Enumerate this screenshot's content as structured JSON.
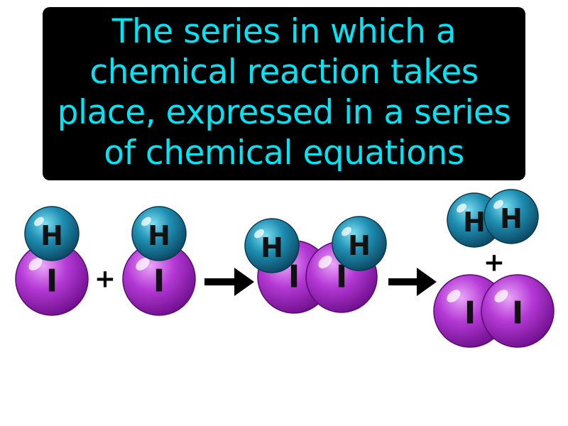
{
  "definition": {
    "lines": [
      "The series in which a",
      "chemical reaction takes",
      "place, expressed in a series",
      "of chemical equations"
    ]
  },
  "colors": {
    "box_background": "#000000",
    "text": "#00e5f5",
    "iodine_atom": "#a526c9",
    "hydrogen_atom": "#1a7fa0"
  },
  "diagram": {
    "hydrogen_symbol": "H",
    "iodine_symbol": "I",
    "plus_sign": "+",
    "arrow_icon": "right-arrow-icon"
  }
}
